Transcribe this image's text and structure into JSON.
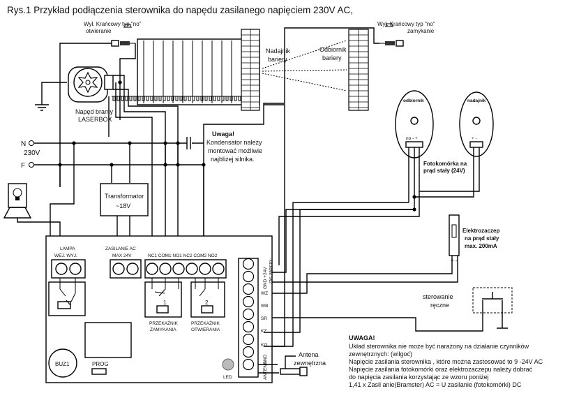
{
  "title": "Rys.1 Przykład podłączenia sterownika do napędu zasilanego napięciem 230V AC,",
  "limit_open": {
    "line1": "Wył. Krańcowy typ \"no\"",
    "line2": "otwieranie"
  },
  "limit_close": {
    "line1": "Wył. Krańcowy typ \"no\"",
    "line2": "zamykanie"
  },
  "transmitter_barrier": {
    "line1": "Nadajnik",
    "line2": "bariery"
  },
  "receiver_barrier": {
    "line1": "Odbiornik",
    "line2": "bariery"
  },
  "motor": {
    "line1": "Napęd bramy",
    "line2": "LASERBOX"
  },
  "mains": {
    "n": "N",
    "voltage": "230V",
    "f": "F"
  },
  "warning": {
    "title": "Uwaga!",
    "line1": "Kondensator należy",
    "line2": "montować możliwie",
    "line3": "najbliżej silnika."
  },
  "photocell": {
    "receiver": "odbiornik",
    "transmitter": "nadajnik",
    "pins_rx": "no - +",
    "pins_tx": "+ -",
    "label1": "Fotokomórka  na",
    "label2": "prąd stały (24V)"
  },
  "transformer": {
    "line1": "Transformator",
    "line2": "~18V"
  },
  "lamp_block": {
    "line1": "LAMPA",
    "line2": "WEJ. WYJ."
  },
  "supply_block": {
    "line1": "ZASILANIE AC",
    "line2": "MAX 24V"
  },
  "relay_terms": "NC1 COM1 NO1 NC2 COM2 NO2",
  "relay1": {
    "num": "1",
    "line1": "PRZEKAŹNIK",
    "line2": "ZAMYKANIA"
  },
  "relay2": {
    "num": "2",
    "line1": "PRZEKAŹNIK",
    "line2": "OTWIERANIA"
  },
  "right_terms": [
    "GND +24V",
    "ZAS. BARIERY",
    "WZ",
    "WB",
    "SR",
    "KZ",
    "KO",
    "GND",
    "ANTENA"
  ],
  "buzzer": "BUZ1",
  "prog": "PROG",
  "led": "LED",
  "antenna": {
    "line1": "Antena",
    "line2": "zewnętrzna"
  },
  "electrolock": {
    "line1": "Elektrozaczep",
    "line2": "na prąd stały",
    "line3": "max. 200mA",
    "pins": "+  -"
  },
  "manual": {
    "line1": "sterowanie",
    "line2": "ręczne"
  },
  "note": {
    "title": "UWAGA!",
    "line1": "Układ sterownika nie może być narażony na działanie czynników",
    "line2": "zewnętrznych: (wilgoć)",
    "line3": "Napięcie zasilania  sterownika , które można zastosować to  9 -24V AC",
    "line4": "Napięcie zasilania fotokomórki oraz elektrozaczepu należy  dobrać",
    "line5": "do napięcia zasilania korzystając ze wzoru poniżej",
    "line6": "1,41 x Zasil anie(Bramster) AC = U zasilanie (fotokomórki) DC"
  }
}
